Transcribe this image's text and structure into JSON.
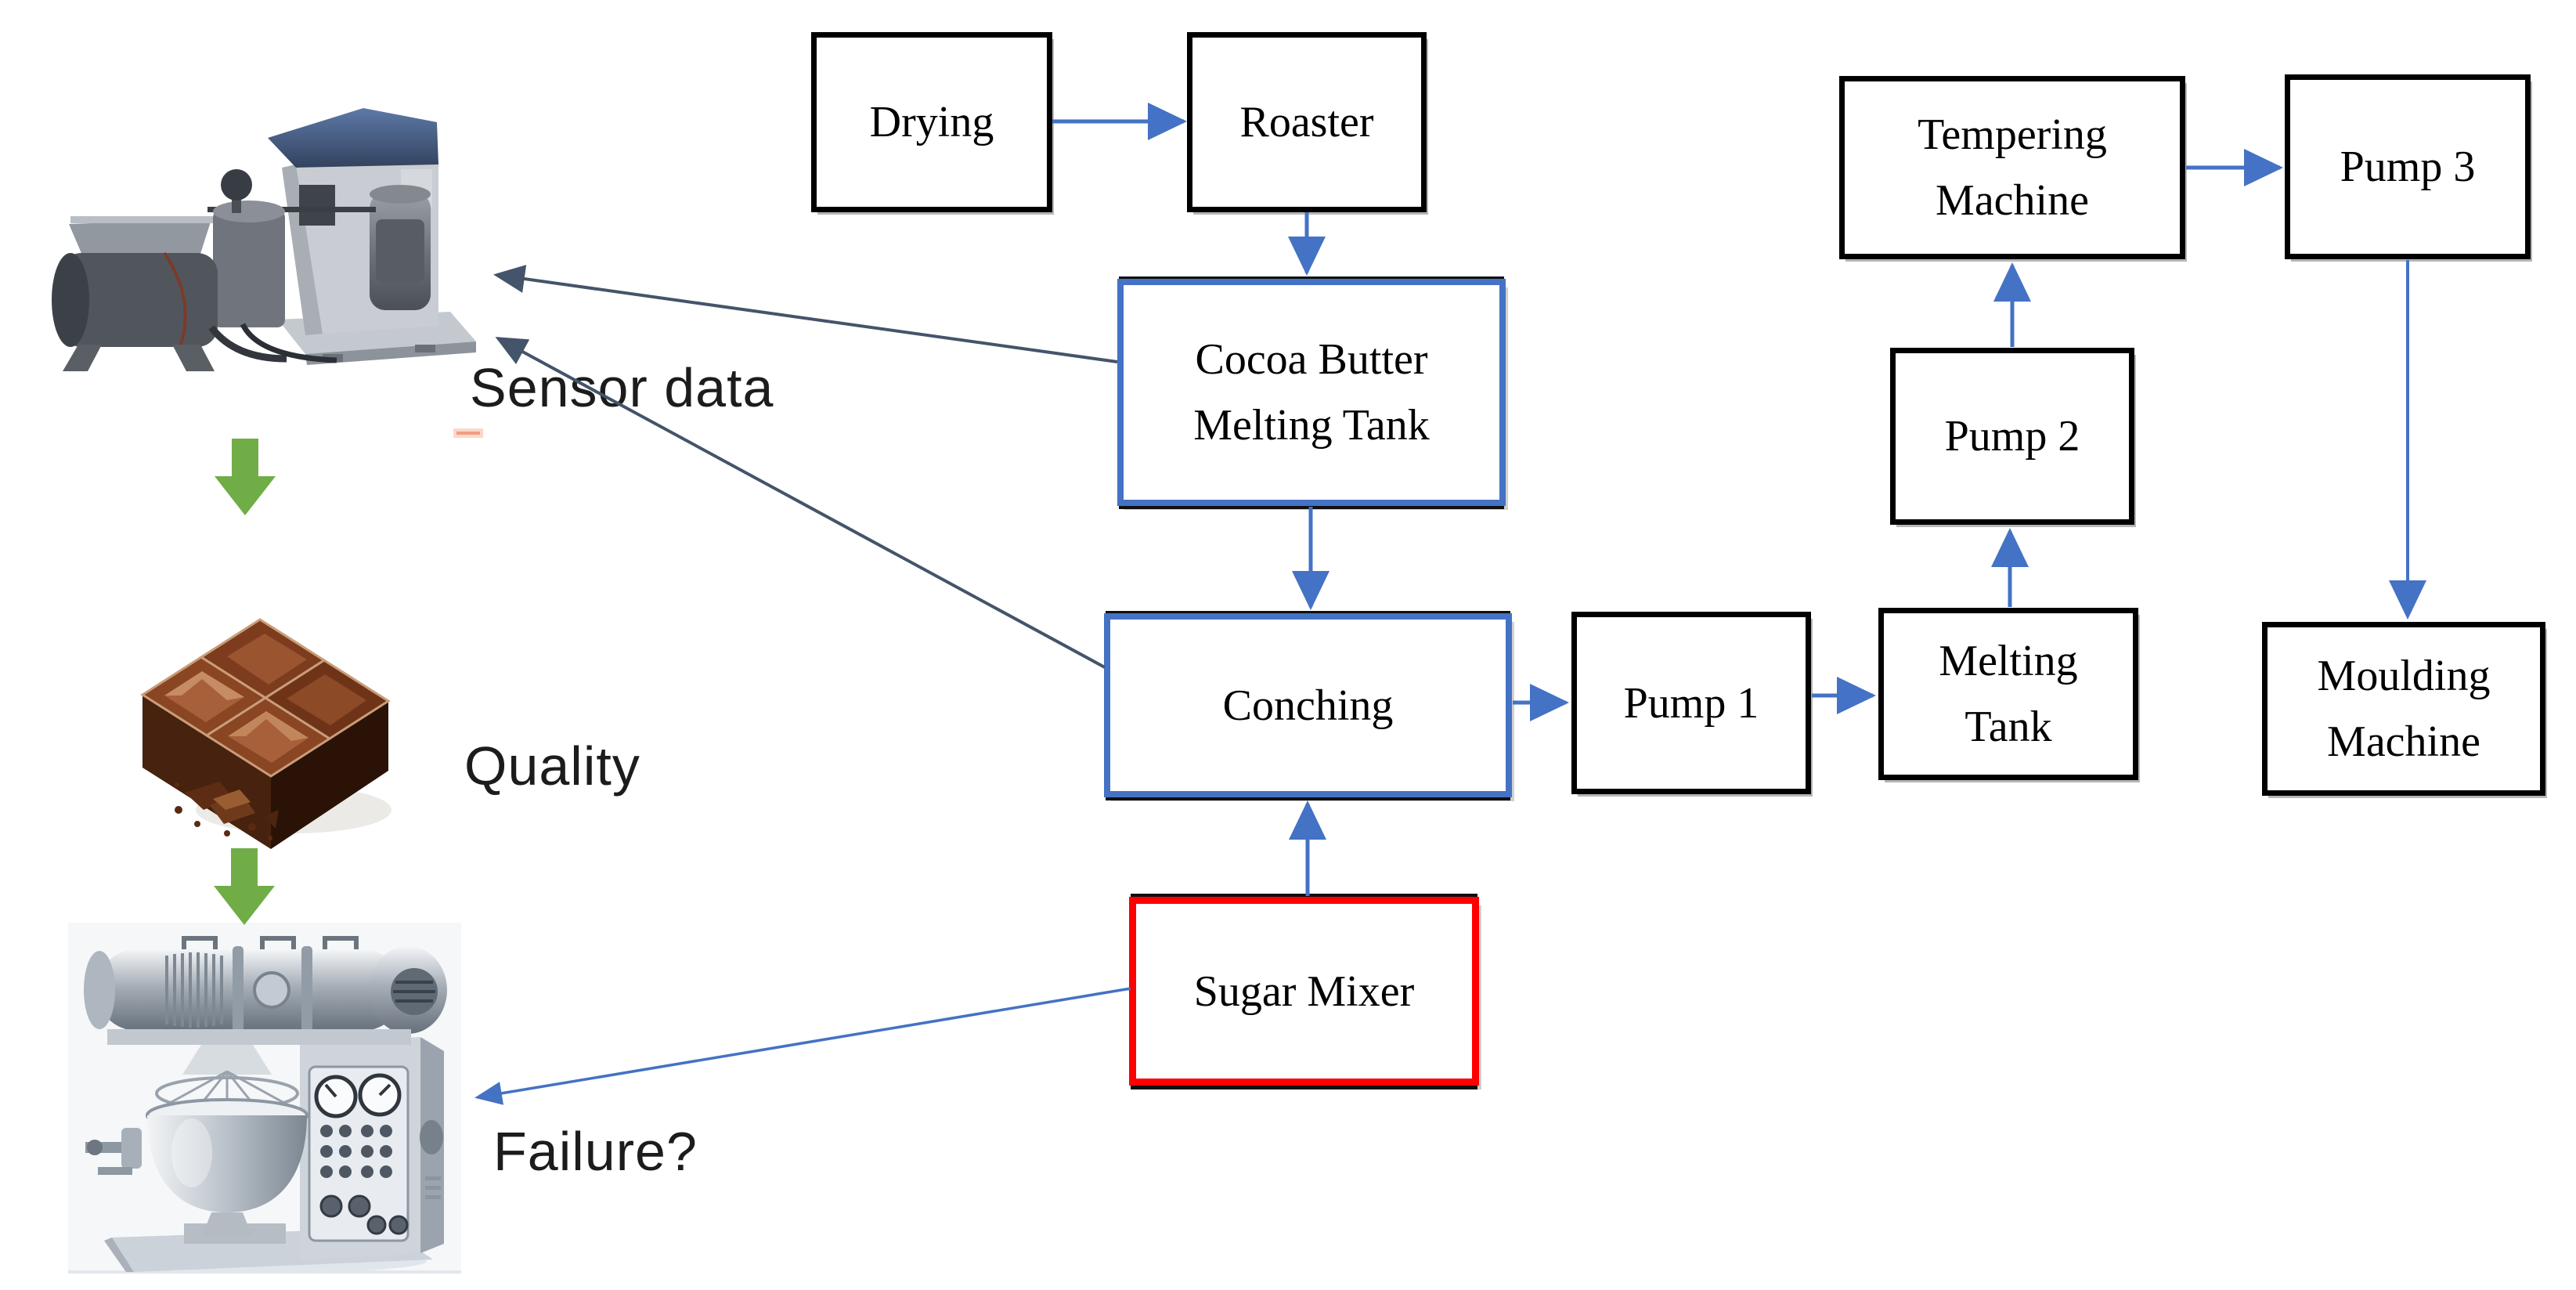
{
  "figure_type": "chocolate production process flow diagram",
  "nodes": {
    "drying": {
      "label": "Drying",
      "border": "#000000"
    },
    "roaster": {
      "label": "Roaster",
      "border": "#000000"
    },
    "cocoa_butter_melting_tank": {
      "label": "Cocoa Butter Melting Tank",
      "border": "#4472C4"
    },
    "conching": {
      "label": "Conching",
      "border": "#4472C4"
    },
    "pump_1": {
      "label": "Pump 1",
      "border": "#000000"
    },
    "melting_tank": {
      "label": "Melting Tank",
      "border": "#000000"
    },
    "pump_2": {
      "label": "Pump 2",
      "border": "#000000"
    },
    "tempering_machine": {
      "label": "Tempering Machine",
      "border": "#000000"
    },
    "pump_3": {
      "label": "Pump 3",
      "border": "#000000"
    },
    "moulding_machine": {
      "label": "Moulding Machine",
      "border": "#FF0000"
    },
    "sugar_mixer": {
      "label": "Sugar Mixer",
      "border": "#FF0000"
    }
  },
  "annotations": {
    "sensor_data": {
      "label": "Sensor data"
    },
    "quality": {
      "label": "Quality"
    },
    "failure": {
      "label": "Failure?"
    }
  },
  "connections": [
    {
      "from": "Drying",
      "to": "Roaster"
    },
    {
      "from": "Roaster",
      "to": "Cocoa Butter Melting Tank"
    },
    {
      "from": "Cocoa Butter Melting Tank",
      "to": "Conching"
    },
    {
      "from": "Sugar Mixer",
      "to": "Conching"
    },
    {
      "from": "Conching",
      "to": "Pump 1"
    },
    {
      "from": "Pump 1",
      "to": "Melting Tank"
    },
    {
      "from": "Melting Tank",
      "to": "Pump 2"
    },
    {
      "from": "Pump 2",
      "to": "Tempering Machine"
    },
    {
      "from": "Tempering Machine",
      "to": "Pump 3"
    },
    {
      "from": "Pump 3",
      "to": "Moulding Machine"
    },
    {
      "from": "Cocoa Butter Melting Tank",
      "to": "conching machine photo",
      "meaning": "sensor data source"
    },
    {
      "from": "Conching",
      "to": "conching machine photo",
      "meaning": "sensor data source"
    },
    {
      "from": "Sugar Mixer",
      "to": "sugar mixer photo",
      "meaning": "failure question"
    },
    {
      "from": "conching machine photo",
      "to": "chocolate photo",
      "meaning": "green arrow"
    },
    {
      "from": "chocolate photo",
      "to": "sugar mixer photo",
      "meaning": "green arrow"
    }
  ],
  "photos": [
    {
      "name": "conching-machine-photo",
      "depicts": "industrial chocolate conching/mixing machine"
    },
    {
      "name": "chocolate-bar-photo",
      "depicts": "broken chunk of dark chocolate"
    },
    {
      "name": "sugar-mixer-photo",
      "depicts": "stainless steel industrial mixer with bowl and gauges"
    }
  ],
  "colors": {
    "flow_arrow": "#4472C4",
    "sensor_arrow": "#44546A",
    "green_arrow": "#70AD47",
    "blue_node_border": "#4472C4",
    "red_node_border": "#FF0000",
    "black_node_border": "#000000",
    "background": "#FFFFFF",
    "pink_mark": "#EF9E83"
  }
}
